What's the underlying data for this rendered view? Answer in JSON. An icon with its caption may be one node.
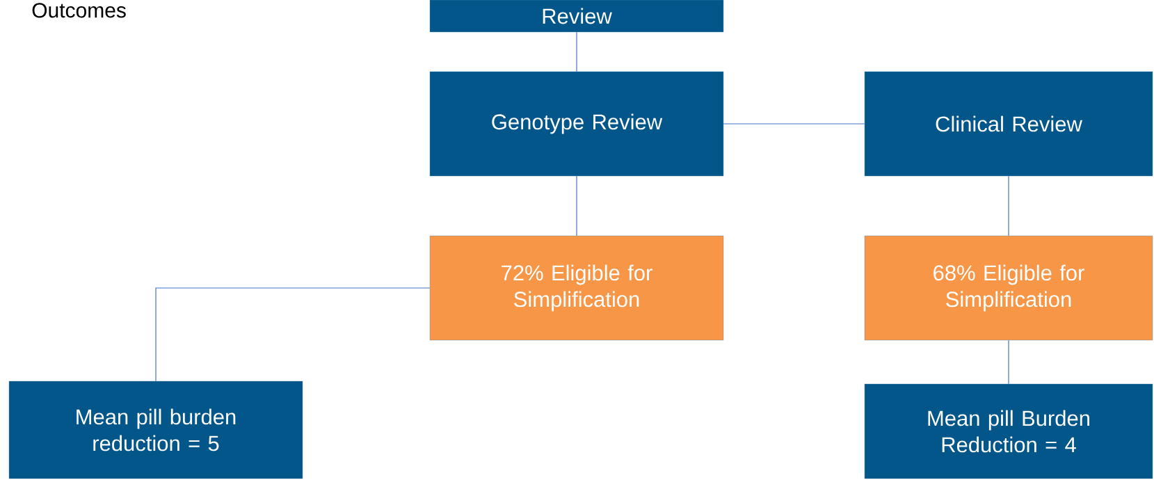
{
  "diagram": {
    "nodes": [
      {
        "text": [
          "Review"
        ]
      },
      {
        "text": [
          "Genotype Review"
        ]
      },
      {
        "text": [
          "Clinical Review"
        ]
      },
      {
        "text": [
          "72% Eligible for Simplification"
        ]
      },
      {
        "text": [
          "68% Eligible for Simplification"
        ]
      },
      {
        "text": [
          "Mean pill burden reduction = 5"
        ]
      },
      {
        "text": [
          "Mean pill Burden Reduction = 4"
        ]
      }
    ],
    "edges": [
      {
        "from": 0,
        "to": 1,
        "arrow": "none"
      },
      {
        "from": 1,
        "to": 2,
        "arrow": "none"
      },
      {
        "from": 1,
        "to": 3,
        "arrow": "none"
      },
      {
        "from": 3,
        "to": 5,
        "arrow": "none"
      },
      {
        "from": 2,
        "to": 4,
        "arrow": "none"
      },
      {
        "from": 4,
        "to": 6,
        "arrow": "none"
      }
    ],
    "labels": [
      "Outcomes"
    ]
  }
}
